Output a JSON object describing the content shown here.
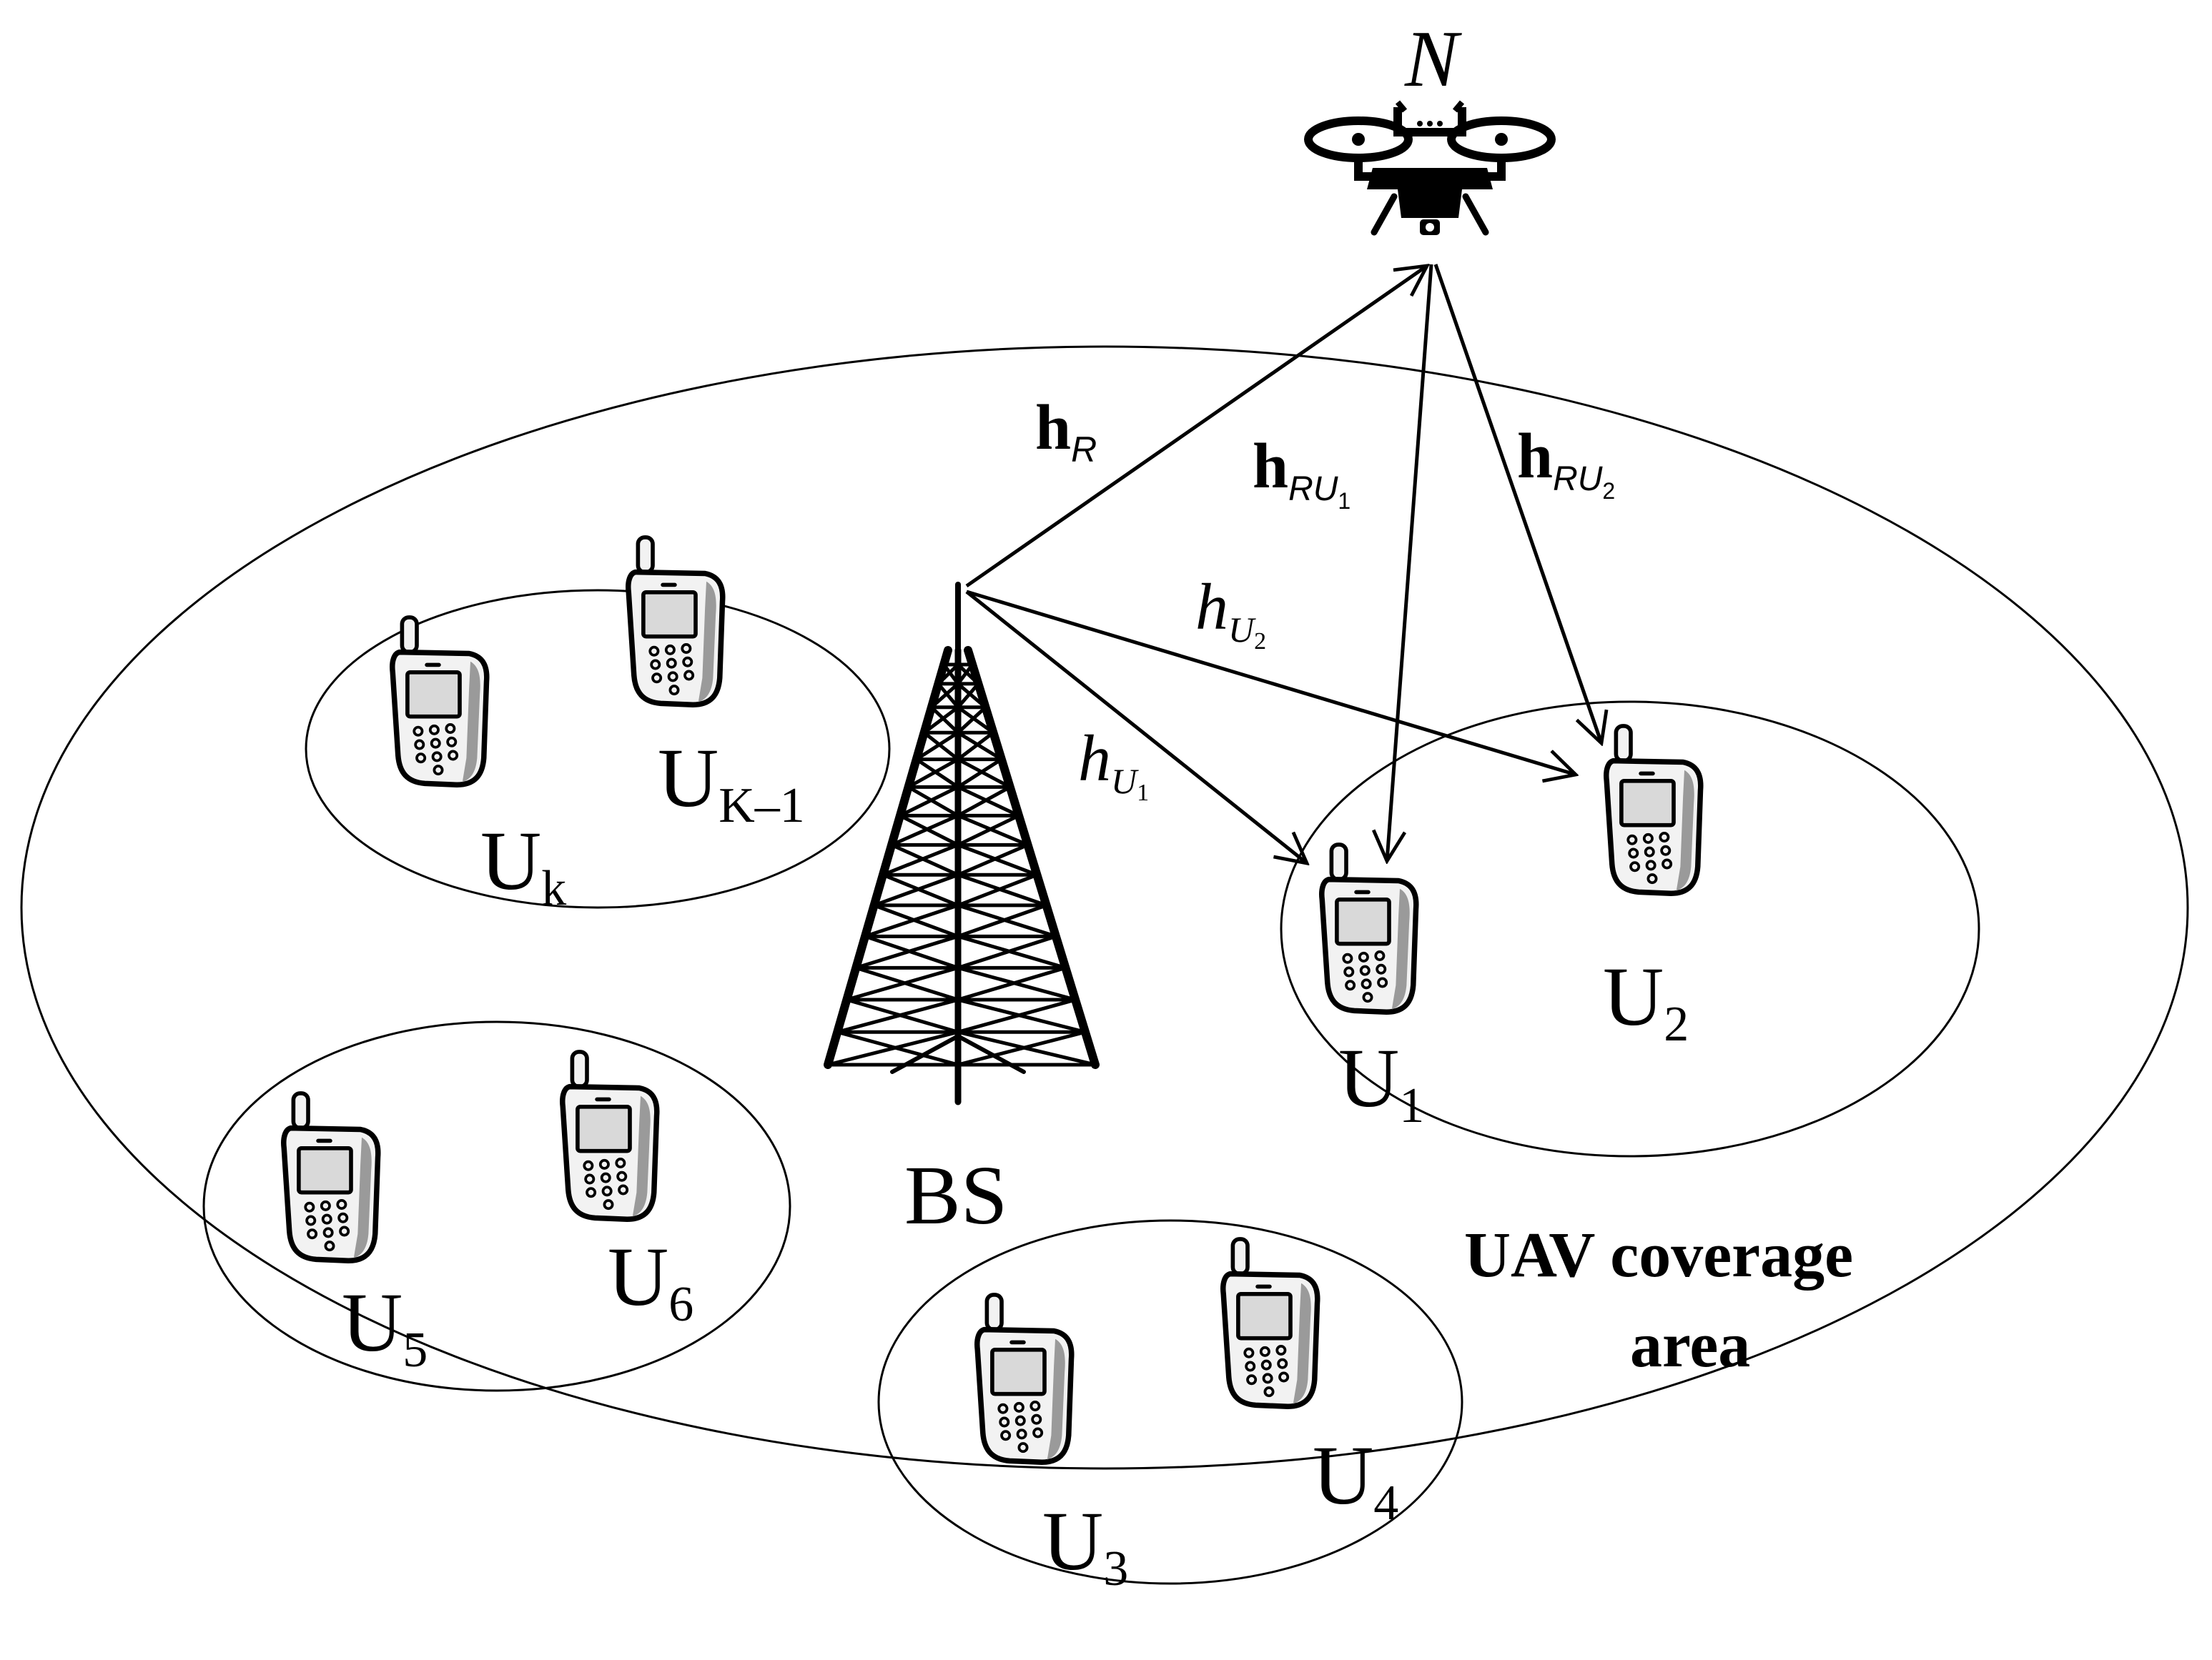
{
  "labels": {
    "drone": "N",
    "bs": "BS",
    "coverage_line1": "UAV coverage",
    "coverage_line2": "area"
  },
  "channels": {
    "hR": {
      "main": "h",
      "sub": "R"
    },
    "hRU1": {
      "main": "h",
      "sub": "RU",
      "subsub": "1"
    },
    "hRU2": {
      "main": "h",
      "sub": "RU",
      "subsub": "2"
    },
    "hU1": {
      "main": "h",
      "sub": "U",
      "subsub": "1"
    },
    "hU2": {
      "main": "h",
      "sub": "U",
      "subsub": "2"
    }
  },
  "users": [
    {
      "id": "u1",
      "main": "U",
      "sub": "1"
    },
    {
      "id": "u2",
      "main": "U",
      "sub": "2"
    },
    {
      "id": "u3",
      "main": "U",
      "sub": "3"
    },
    {
      "id": "u4",
      "main": "U",
      "sub": "4"
    },
    {
      "id": "u5",
      "main": "U",
      "sub": "5"
    },
    {
      "id": "u6",
      "main": "U",
      "sub": "6"
    },
    {
      "id": "uk",
      "main": "U",
      "sub": "k"
    },
    {
      "id": "uk1",
      "main": "U",
      "sub": "K–1"
    }
  ],
  "icons": {
    "drone": "drone-icon",
    "tower": "cell-tower-icon",
    "phone": "mobile-phone-icon"
  },
  "colors": {
    "stroke": "#000000",
    "phone_body": "#f2f2f2",
    "phone_screen": "#d9d9d9",
    "background": "#ffffff"
  }
}
